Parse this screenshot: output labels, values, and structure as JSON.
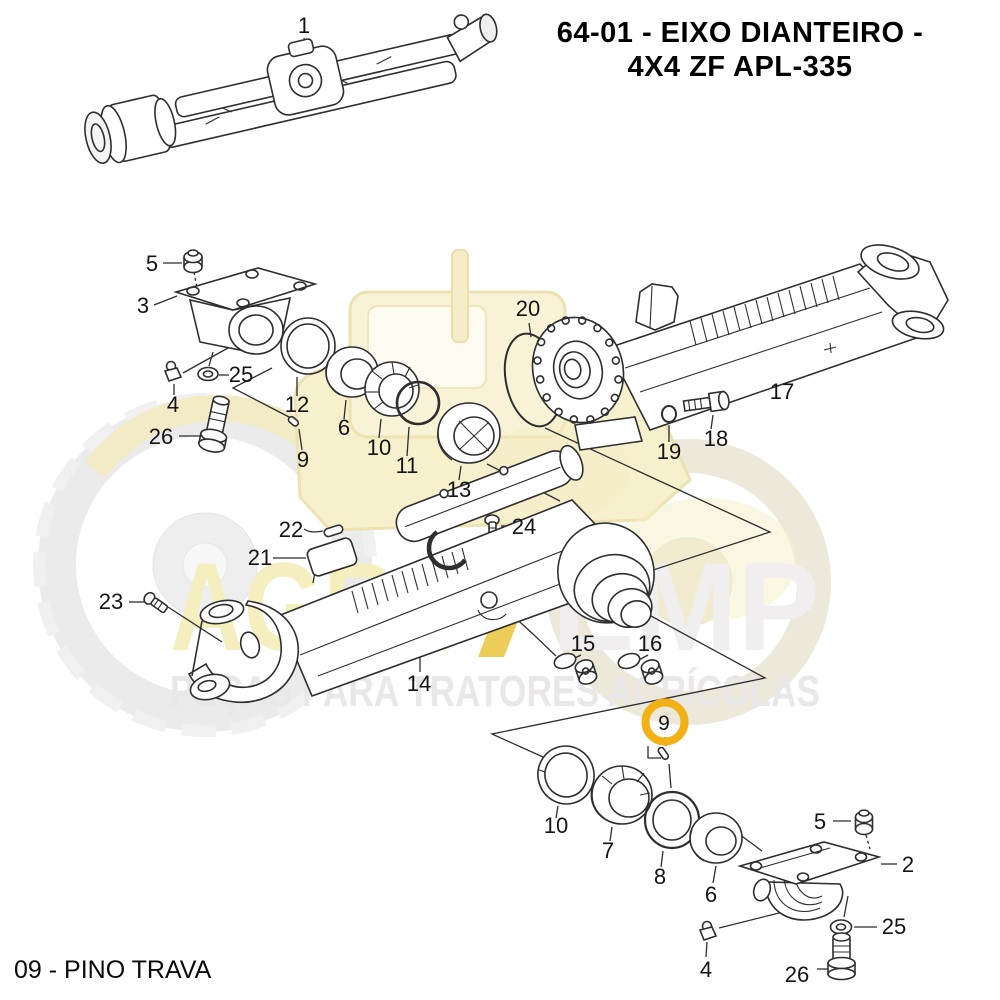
{
  "header": {
    "title_line1": "64-01 - EIXO DIANTEIRO -",
    "title_line2": "4X4 ZF APL-335"
  },
  "footer": {
    "caption": "09 - PINO TRAVA"
  },
  "watermark": {
    "brand_left": "AGRO",
    "brand_right": "EMP",
    "tagline": "PEÇAS PARA TRATORES AGRÍCOLAS"
  },
  "highlight": {
    "part": "9",
    "color": "#F2B116",
    "meaning": "highlighted part: pino trava"
  },
  "colors": {
    "line_art": "#2e2e2e",
    "watermark_yellow": "#f5eebe",
    "watermark_slash": "#eccd58",
    "watermark_gray": "#e9e7e7"
  },
  "part_labels": {
    "assembly": "1",
    "plug_top": "5",
    "bracket_top": "3",
    "fitting_top": "4",
    "kingpin_top": "26",
    "nut_top": "25",
    "seal_12": "12",
    "pin_9_top": "9",
    "cup_6_top": "6",
    "ring_10_top": "10",
    "ring_11": "11",
    "cup_13": "13",
    "oring_20": "20",
    "housing_17": "17",
    "bolt_18": "18",
    "ring_19": "19",
    "pin_22": "22",
    "block_21": "21",
    "bolt_24": "24",
    "screw_23": "23",
    "arm_14": "14",
    "cap_15": "15",
    "cap_16": "16",
    "pin_9_highlight": "9",
    "ring_10_bottom": "10",
    "cup_7": "7",
    "ring_8": "8",
    "cup_6_bottom": "6",
    "bracket_2": "2",
    "plug_bottom": "5",
    "nut_bottom": "25",
    "kingpin_bottom": "26",
    "fitting_bottom": "4"
  }
}
